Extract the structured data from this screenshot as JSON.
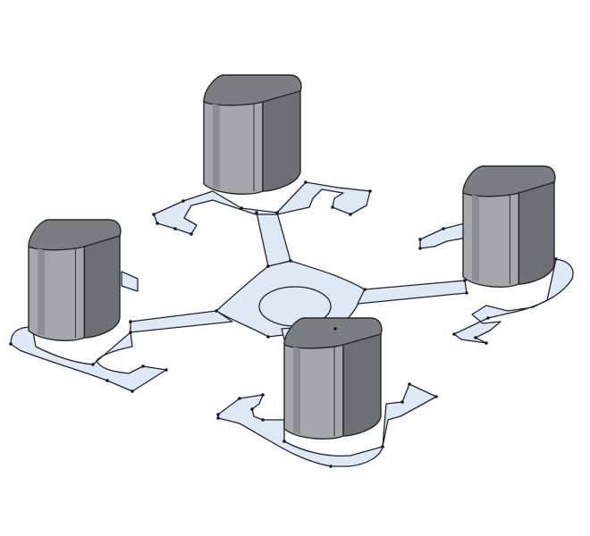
{
  "colors": {
    "background": "#ffffff",
    "plate_fill": "#dfe9f5",
    "plate_stroke": "#1e2330",
    "block_top": "#7a7d82",
    "block_side": "#8b8e93",
    "block_side_light": "#a4a7ac",
    "block_side_dark": "#6c6f74",
    "block_stroke": "#25272b",
    "vertex_color": "#15171c"
  },
  "model": {
    "hub": "circle",
    "arm_count": 4,
    "block_count": 4,
    "blocks": [
      {
        "id": "back"
      },
      {
        "id": "left"
      },
      {
        "id": "right"
      },
      {
        "id": "front"
      }
    ]
  }
}
